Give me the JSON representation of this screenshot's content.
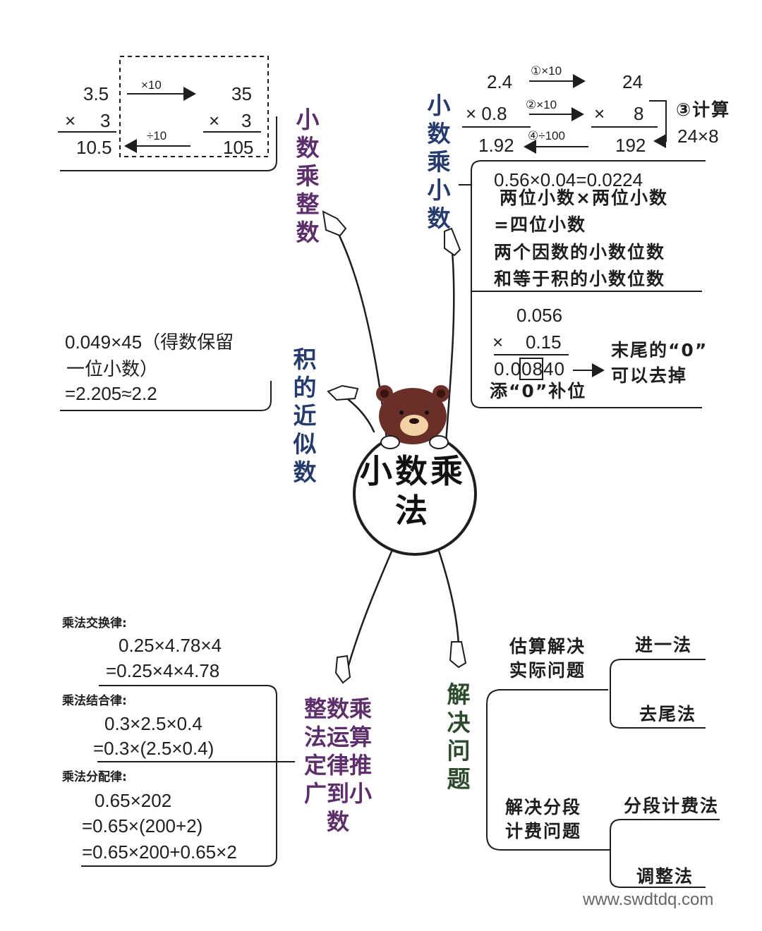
{
  "center": {
    "title": "小数乘法"
  },
  "colors": {
    "line": "#1e1e1e",
    "navy": "#253b6e",
    "purple": "#5c2e6b",
    "dark_green": "#2c4a2c",
    "bear": "#6b2f2a"
  },
  "branch_decimal_times_int": {
    "label": "小数乘整数",
    "a": "3.5",
    "times": "×",
    "b": "3",
    "result": "10.5",
    "a2": "35",
    "b2": "3",
    "result2": "105",
    "arrow_top": "×10",
    "arrow_bottom": "÷10"
  },
  "branch_decimal_times_decimal": {
    "label": "小数乘小数",
    "a": "2.4",
    "b": "× 0.8",
    "result": "1.92",
    "a2": "24",
    "b2_sign": "×",
    "b2": "8",
    "result2": "192",
    "step1": "①×10",
    "step2": "②×10",
    "step4": "④÷100",
    "step3": "③计算",
    "step3_expr": "24×8",
    "example": "0.56×0.04=0.0224",
    "rule1": "两位小数×两位小数",
    "rule2": "=四位小数",
    "rule3": "两个因数的小数位数",
    "rule4": "和等于积的小数位数",
    "v_a": "0.056",
    "v_b_sign": "×",
    "v_b": "0.15",
    "v_result_pre": "0.",
    "v_result_box": "00",
    "v_result_post": "840",
    "fill_zero": "添“0”补位",
    "tail_zero1": "末尾的“0”",
    "tail_zero2": "可以去掉"
  },
  "branch_approx": {
    "label": "积的近似数",
    "line1": "0.049×45（得数保留",
    "line2": "一位小数）",
    "line3": "=2.205≈2.2"
  },
  "branch_laws": {
    "label": "整数乘法运算定律推广到小数",
    "law1_title": "乘法交换律:",
    "law1_l1": "0.25×4.78×4",
    "law1_l2": "=0.25×4×4.78",
    "law2_title": "乘法结合律:",
    "law2_l1": "0.3×2.5×0.4",
    "law2_l2": "=0.3×(2.5×0.4)",
    "law3_title": "乘法分配律:",
    "law3_l1": "0.65×202",
    "law3_l2": "=0.65×(200+2)",
    "law3_l3": "=0.65×200+0.65×2"
  },
  "branch_problems": {
    "label": "解决问题",
    "sub1": "估算解决实际问题",
    "sub1_a": "进一法",
    "sub1_b": "去尾法",
    "sub2": "解决分段计费问题",
    "sub2_a": "分段计费法",
    "sub2_b": "调整法"
  },
  "watermark": "www.swdtdq.com"
}
